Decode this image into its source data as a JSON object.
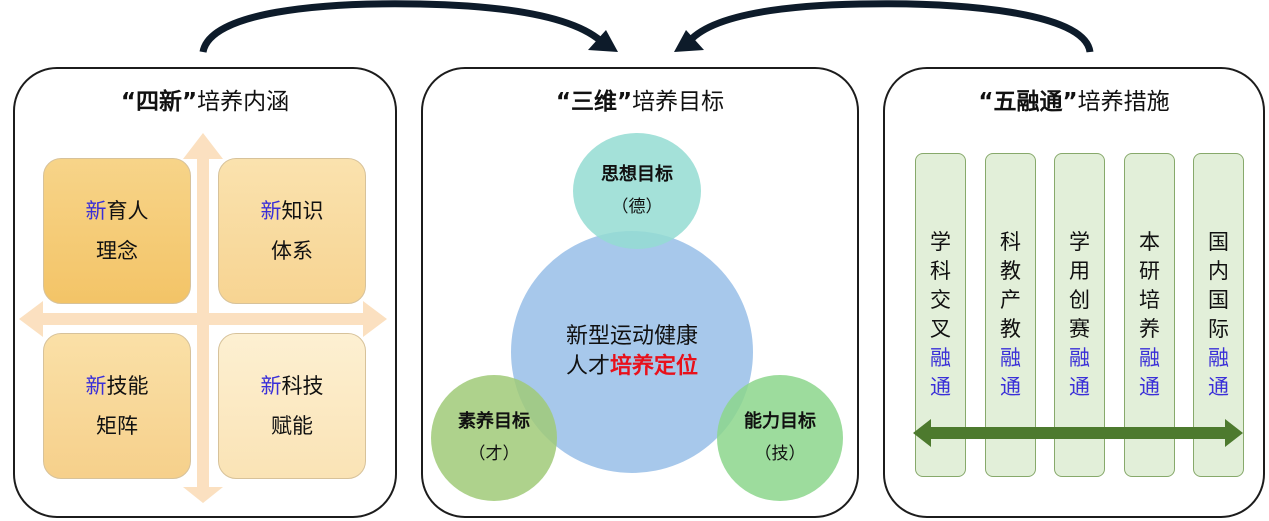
{
  "left": {
    "title_quote_open": "“",
    "title_bold": "四新",
    "title_quote_close": "”",
    "title_rest": "培养内涵",
    "quadrants": [
      {
        "new": "新",
        "line1_rest": "育人",
        "line2": "理念"
      },
      {
        "new": "新",
        "line1_rest": "知识",
        "line2": "体系"
      },
      {
        "new": "新",
        "line1_rest": "技能",
        "line2": "矩阵"
      },
      {
        "new": "新",
        "line1_rest": "科技",
        "line2": "赋能"
      }
    ]
  },
  "middle": {
    "title_quote_open": "“",
    "title_bold": "三维",
    "title_quote_close": "”",
    "title_rest": "培养目标",
    "center": {
      "line1": "新型运动健康",
      "line2_plain": "人才",
      "line2_red": "培养定位"
    },
    "top": {
      "label": "思想目标",
      "paren": "（德）"
    },
    "left": {
      "label": "素养目标",
      "paren": "（才）"
    },
    "right": {
      "label": "能力目标",
      "paren": "（技）"
    }
  },
  "right": {
    "title_quote_open": "“",
    "title_bold": "五融通",
    "title_quote_close": "”",
    "title_rest": "培养措施",
    "columns": [
      {
        "chars": [
          "学",
          "科",
          "交",
          "叉"
        ],
        "blue": [
          "融",
          "通"
        ]
      },
      {
        "chars": [
          "科",
          "教",
          "产",
          "教"
        ],
        "blue": [
          "融",
          "通"
        ]
      },
      {
        "chars": [
          "学",
          "用",
          "创",
          "赛"
        ],
        "blue": [
          "融",
          "通"
        ]
      },
      {
        "chars": [
          "本",
          "研",
          "培",
          "养"
        ],
        "blue": [
          "融",
          "通"
        ]
      },
      {
        "chars": [
          "国",
          "内",
          "国",
          "际"
        ],
        "blue": [
          "融",
          "通"
        ]
      }
    ]
  },
  "colors": {
    "accent_new": "#3a2fd8",
    "highlight_red": "#e8111b",
    "arrow_green": "#4d7a2e",
    "arrow_orange": "#fbe0c0"
  }
}
